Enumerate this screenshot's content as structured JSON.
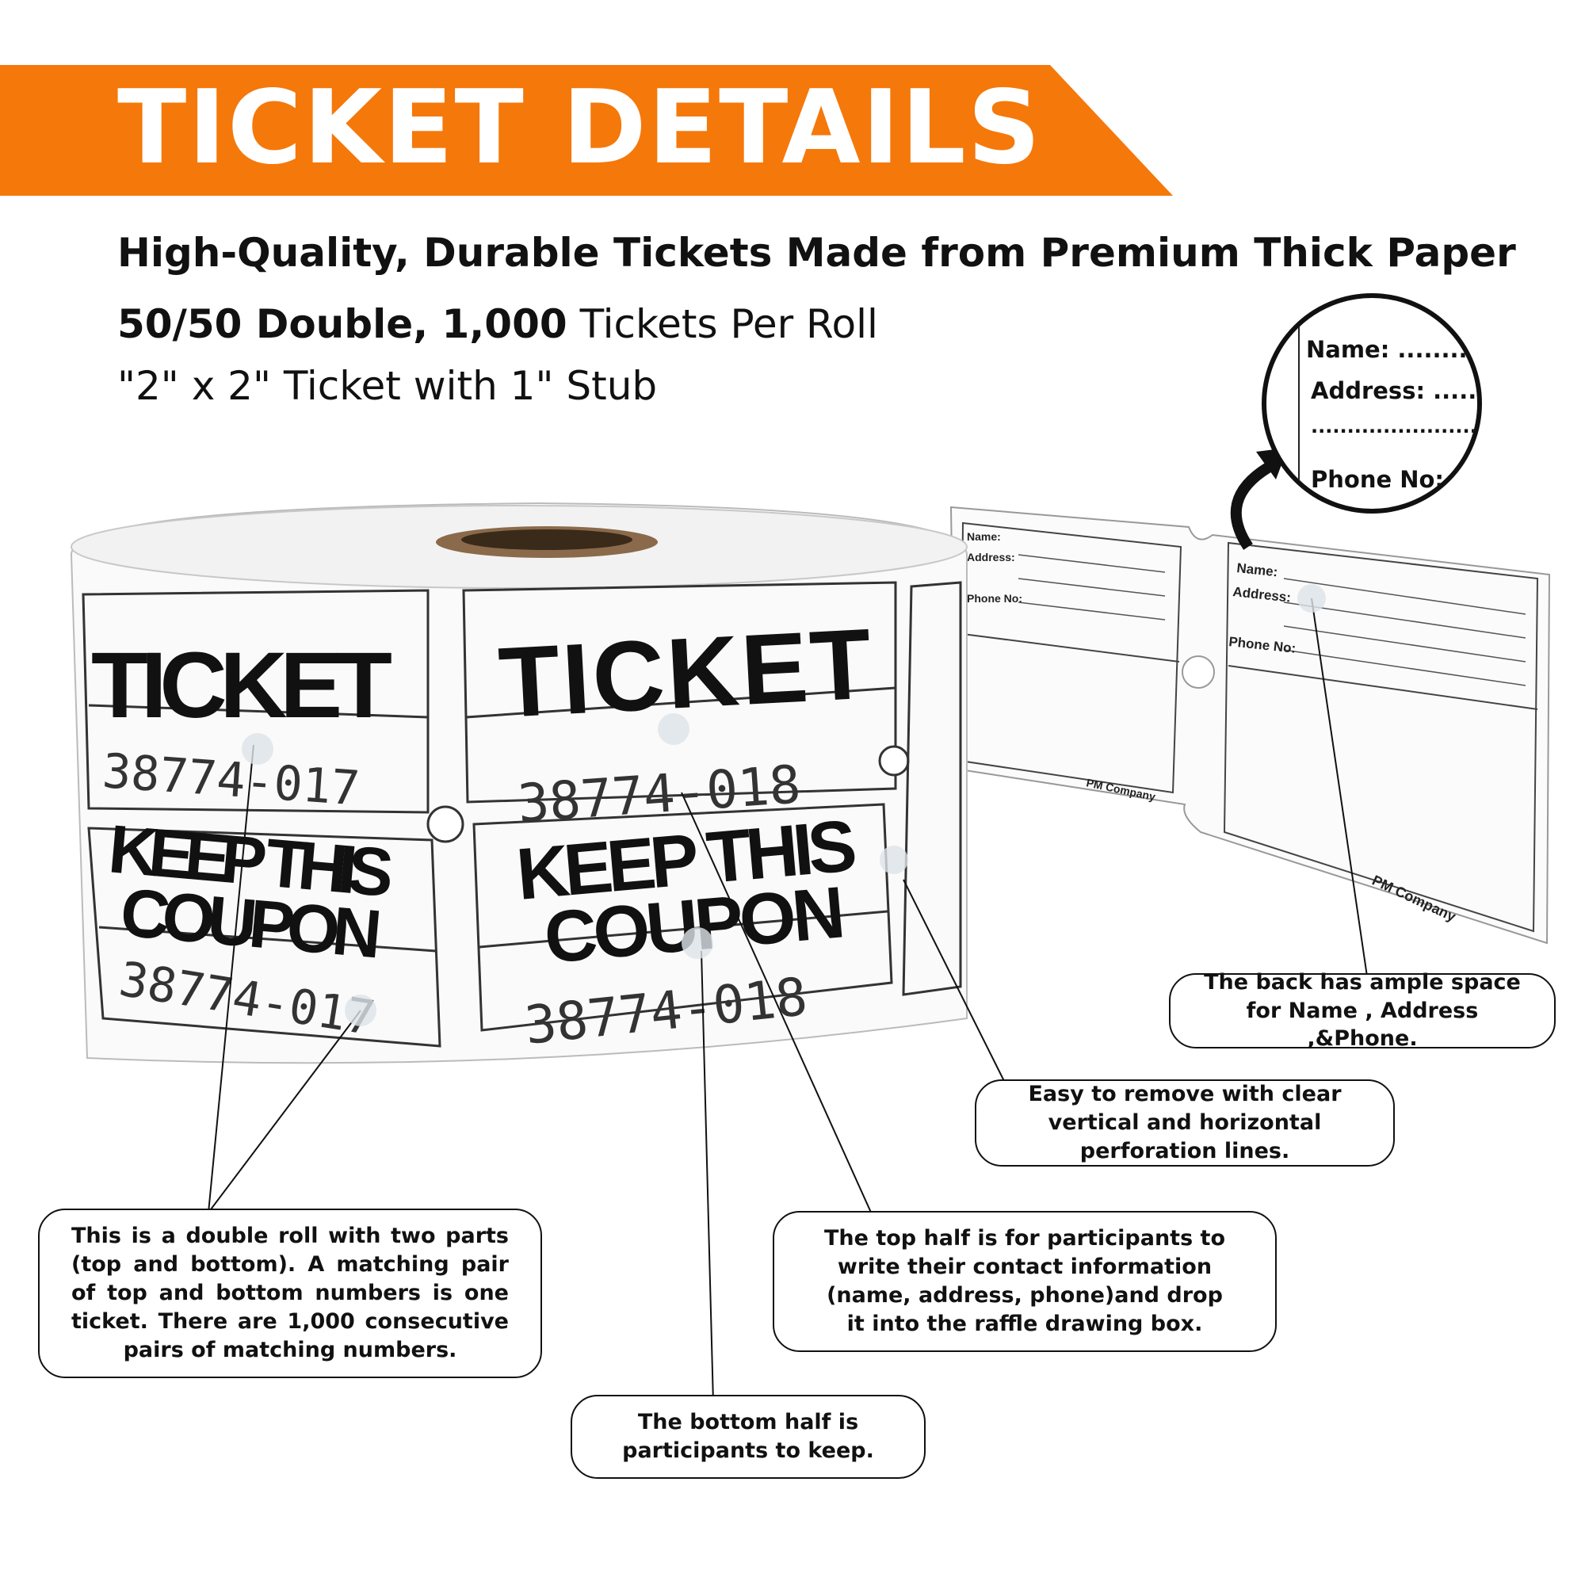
{
  "colors": {
    "banner": "#f5780a",
    "ink": "#111111",
    "paper": "#ffffff",
    "core": "#8a6a4a"
  },
  "header": {
    "title": "TICKET DETAILS",
    "subtitle": "High-Quality, Durable Tickets Made from Premium Thick Paper",
    "spec_line1_bold": "50/50 Double, 1,000",
    "spec_line1_rest": " Tickets Per Roll",
    "spec_line2": "\"2\" x 2\" Ticket with 1\" Stub"
  },
  "roll": {
    "ticket_word": "TICKET",
    "keep_word_1": "KEEP THIS",
    "keep_word_2": "COUPON",
    "number_a": "38774-017",
    "number_b": "38774-018",
    "back_name": "Name:",
    "back_address": "Address:",
    "back_phone": "Phone No:",
    "back_brand": "PM Company"
  },
  "zoom": {
    "name": "Name: ............",
    "address": "Address: ..........",
    "dots": "................................",
    "phone": "Phone No: ..."
  },
  "callouts": {
    "back": "The back has ample space for Name , Address ,&Phone.",
    "perforation": "Easy to remove with clear vertical and horizontal perforation lines.",
    "double_roll": "This is a double roll with two parts (top and bottom). A matching pair of top and bottom numbers is one ticket. There are 1,000 consecutive pairs of matching numbers.",
    "top_half": "The top half is for participants to write their contact information (name, address, phone)and drop it into the raffle drawing box.",
    "bottom_half": "The bottom half is participants to keep."
  }
}
